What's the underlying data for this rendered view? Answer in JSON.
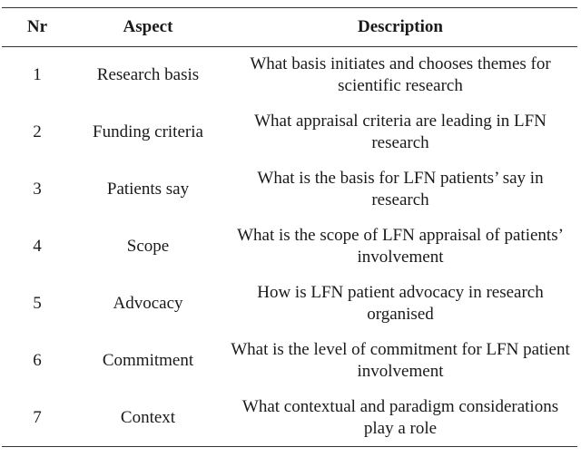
{
  "table": {
    "headers": [
      "Nr",
      "Aspect",
      "Description"
    ],
    "rows": [
      {
        "nr": "1",
        "aspect": "Research basis",
        "description": "What basis initiates and chooses themes for scientific research"
      },
      {
        "nr": "2",
        "aspect": "Funding criteria",
        "description": "What appraisal criteria are leading in LFN research"
      },
      {
        "nr": "3",
        "aspect": "Patients say",
        "description": "What is the basis for LFN patients’ say in research"
      },
      {
        "nr": "4",
        "aspect": "Scope",
        "description": "What is the scope of LFN appraisal of patients’ involvement"
      },
      {
        "nr": "5",
        "aspect": "Advocacy",
        "description": "How is LFN patient advocacy in research organised"
      },
      {
        "nr": "6",
        "aspect": "Commitment",
        "description": "What is the level of commitment for LFN patient involvement"
      },
      {
        "nr": "7",
        "aspect": "Context",
        "description": "What contextual and paradigm considerations play a role"
      }
    ]
  }
}
